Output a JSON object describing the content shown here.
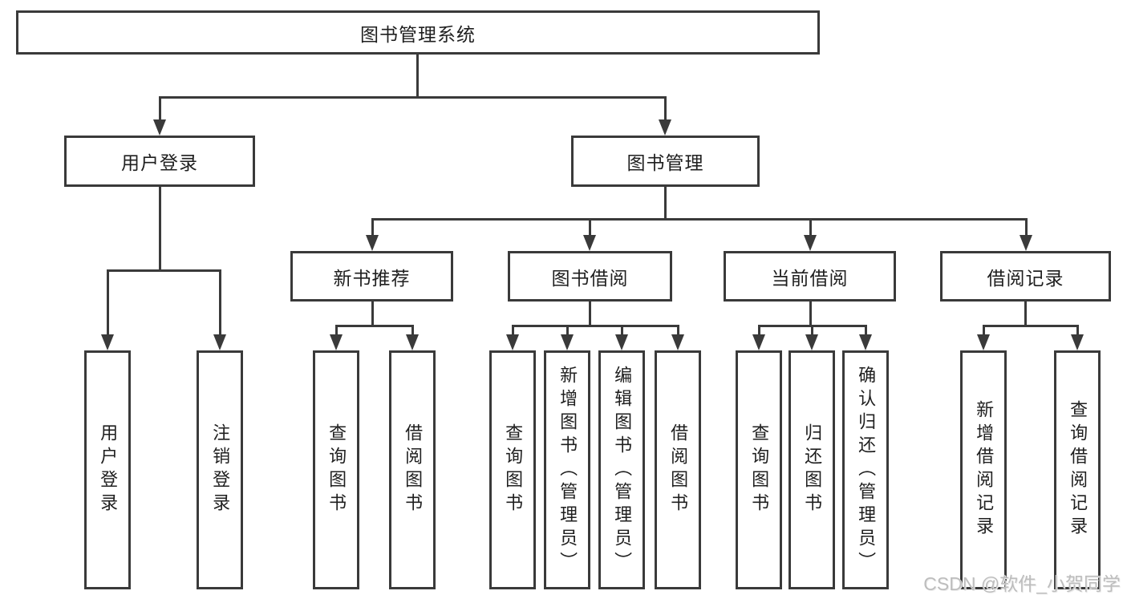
{
  "tree": {
    "label": "图书管理系统",
    "children": [
      {
        "label": "用户登录",
        "children": [
          {
            "label": "用户登录"
          },
          {
            "label": "注销登录"
          }
        ]
      },
      {
        "label": "图书管理",
        "children": [
          {
            "label": "新书推荐",
            "children": [
              {
                "label": "查询图书"
              },
              {
                "label": "借阅图书"
              }
            ]
          },
          {
            "label": "图书借阅",
            "children": [
              {
                "label": "查询图书"
              },
              {
                "label": "新增图书（管理员）"
              },
              {
                "label": "编辑图书（管理员）"
              },
              {
                "label": "借阅图书"
              }
            ]
          },
          {
            "label": "当前借阅",
            "children": [
              {
                "label": "查询图书"
              },
              {
                "label": "归还图书"
              },
              {
                "label": "确认归还（管理员）"
              }
            ]
          },
          {
            "label": "借阅记录",
            "children": [
              {
                "label": "新增借阅记录"
              },
              {
                "label": "查询借阅记录"
              }
            ]
          }
        ]
      }
    ]
  },
  "watermark": {
    "text": "CSDN @软件_小贺同学"
  },
  "colors": {
    "line": "#3a3a3a",
    "text": "#1f1f1f",
    "background": "#ffffff",
    "watermark": "#bdbdbd"
  }
}
